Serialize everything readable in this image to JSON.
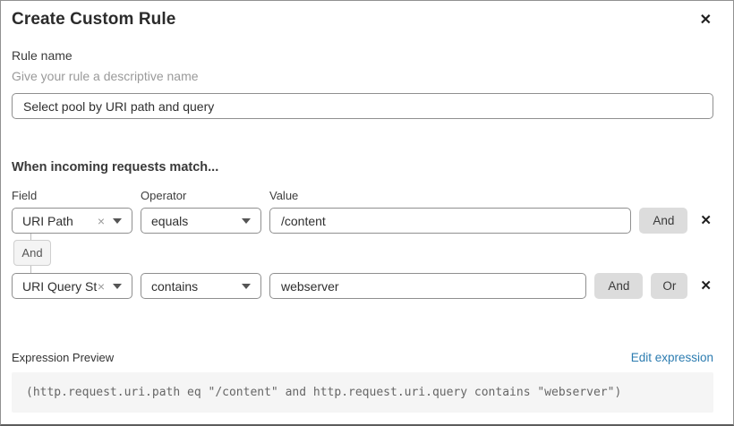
{
  "dialog": {
    "title": "Create Custom Rule"
  },
  "icons": {
    "close": "✕",
    "clear": "×",
    "remove": "✕"
  },
  "rule_name": {
    "label": "Rule name",
    "helper": "Give your rule a descriptive name",
    "value": "Select pool by URI path and query"
  },
  "matcher": {
    "heading": "When incoming requests match...",
    "columns": {
      "field": "Field",
      "operator": "Operator",
      "value": "Value"
    },
    "connector": "And",
    "rows": [
      {
        "field": "URI Path",
        "operator": "equals",
        "value": "/content",
        "and_label": "And"
      },
      {
        "field": "URI Query St...",
        "operator": "contains",
        "value": "webserver",
        "and_label": "And",
        "or_label": "Or"
      }
    ]
  },
  "expression": {
    "label": "Expression Preview",
    "edit_link": "Edit expression",
    "code": "(http.request.uri.path eq \"/content\" and http.request.uri.query contains \"webserver\")"
  },
  "colors": {
    "link_blue": "#2c7cb0",
    "button_gray": "#dcdcdc",
    "code_background": "#f5f5f5",
    "input_border": "#8f8f8f"
  }
}
